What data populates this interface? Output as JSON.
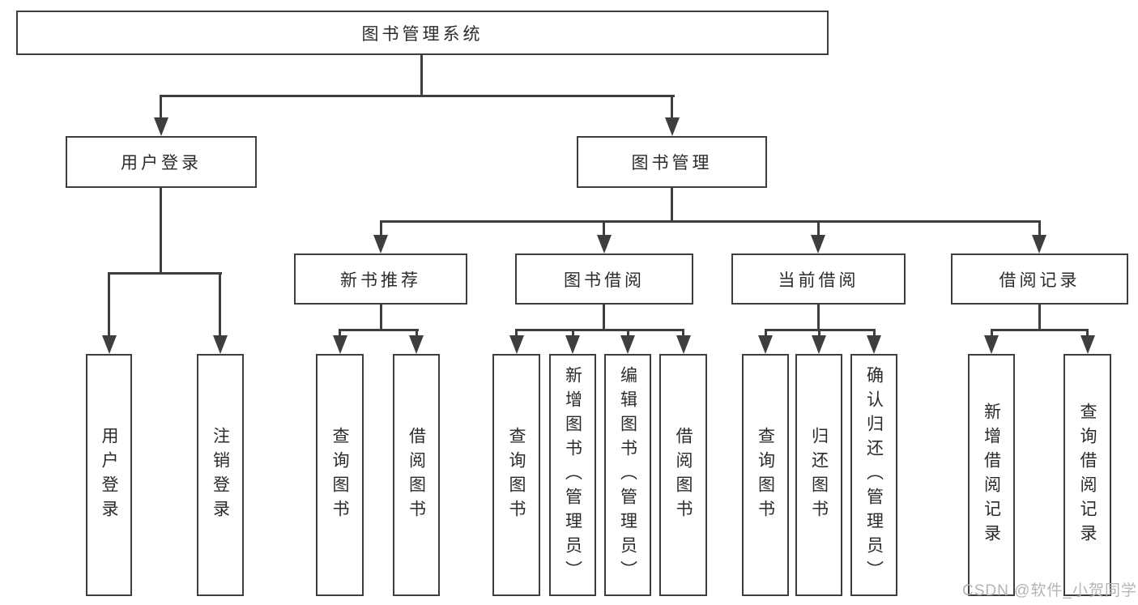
{
  "diagram": {
    "title": "图书管理系统",
    "root": {
      "label": "图书管理系统"
    },
    "level2": [
      {
        "label": "用户登录",
        "children": [
          "用户登录",
          "注销登录"
        ]
      },
      {
        "label": "图书管理",
        "modules": [
          {
            "label": "新书推荐",
            "children": [
              "查询图书",
              "借阅图书"
            ]
          },
          {
            "label": "图书借阅",
            "children": [
              "查询图书",
              "新增图书（管理员）",
              "编辑图书（管理员）",
              "借阅图书"
            ]
          },
          {
            "label": "当前借阅",
            "children": [
              "查询图书",
              "归还图书",
              "确认归还（管理员）"
            ]
          },
          {
            "label": "借阅记录",
            "children": [
              "新增借阅记录",
              "查询借阅记录"
            ]
          }
        ]
      }
    ],
    "colors": {
      "line": "#3e3e3e",
      "text": "#2b2b2b",
      "background": "#ffffff"
    }
  },
  "watermark": {
    "text": "CSDN @软件_小贺同学",
    "color": "#b4b4b4"
  }
}
